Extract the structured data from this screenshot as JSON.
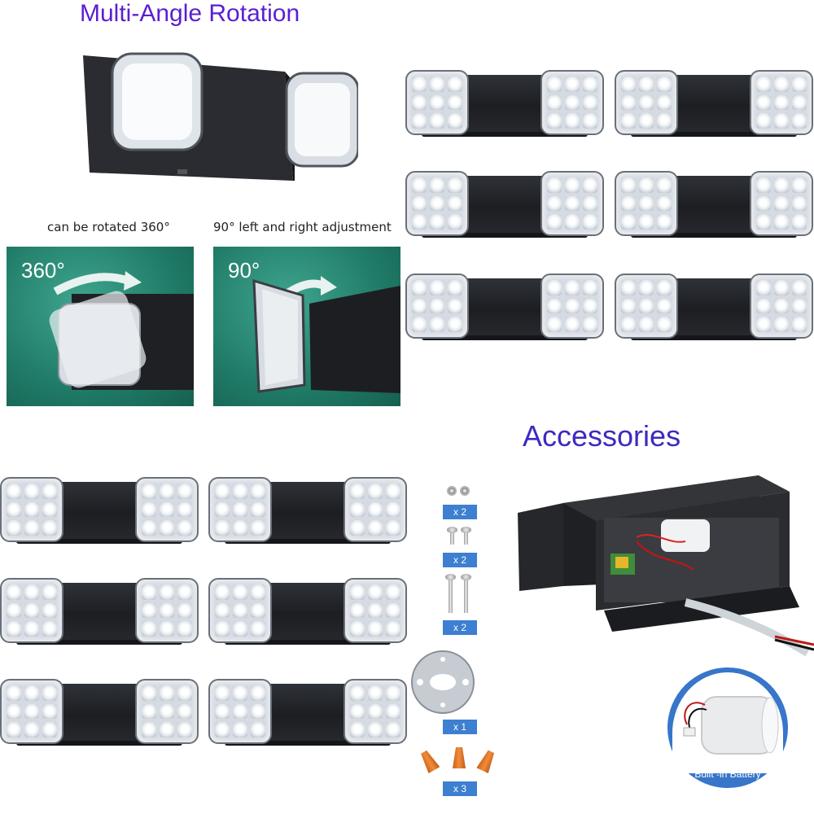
{
  "titles": {
    "rotation": "Multi-Angle Rotation",
    "accessories": "Accessories"
  },
  "captions": {
    "rotate360": "can be rotated 360°",
    "adjust90": "90°  left and right adjustment"
  },
  "panels": {
    "left_label": "360°",
    "right_label": "90°"
  },
  "accessories": {
    "items": [
      {
        "name": "nuts",
        "qty": "x 2"
      },
      {
        "name": "short-screws",
        "qty": "x 2"
      },
      {
        "name": "long-screws",
        "qty": "x 2"
      },
      {
        "name": "mounting-plate",
        "qty": "x 1"
      },
      {
        "name": "wire-nuts",
        "qty": "x 3"
      }
    ],
    "battery_label": "Built -in Battery"
  },
  "colors": {
    "rotation_title": "#5b1fd1",
    "accessories_title": "#3a2bbf",
    "panel_green": "#1f7a66",
    "badge_blue": "#3d7fd0"
  }
}
